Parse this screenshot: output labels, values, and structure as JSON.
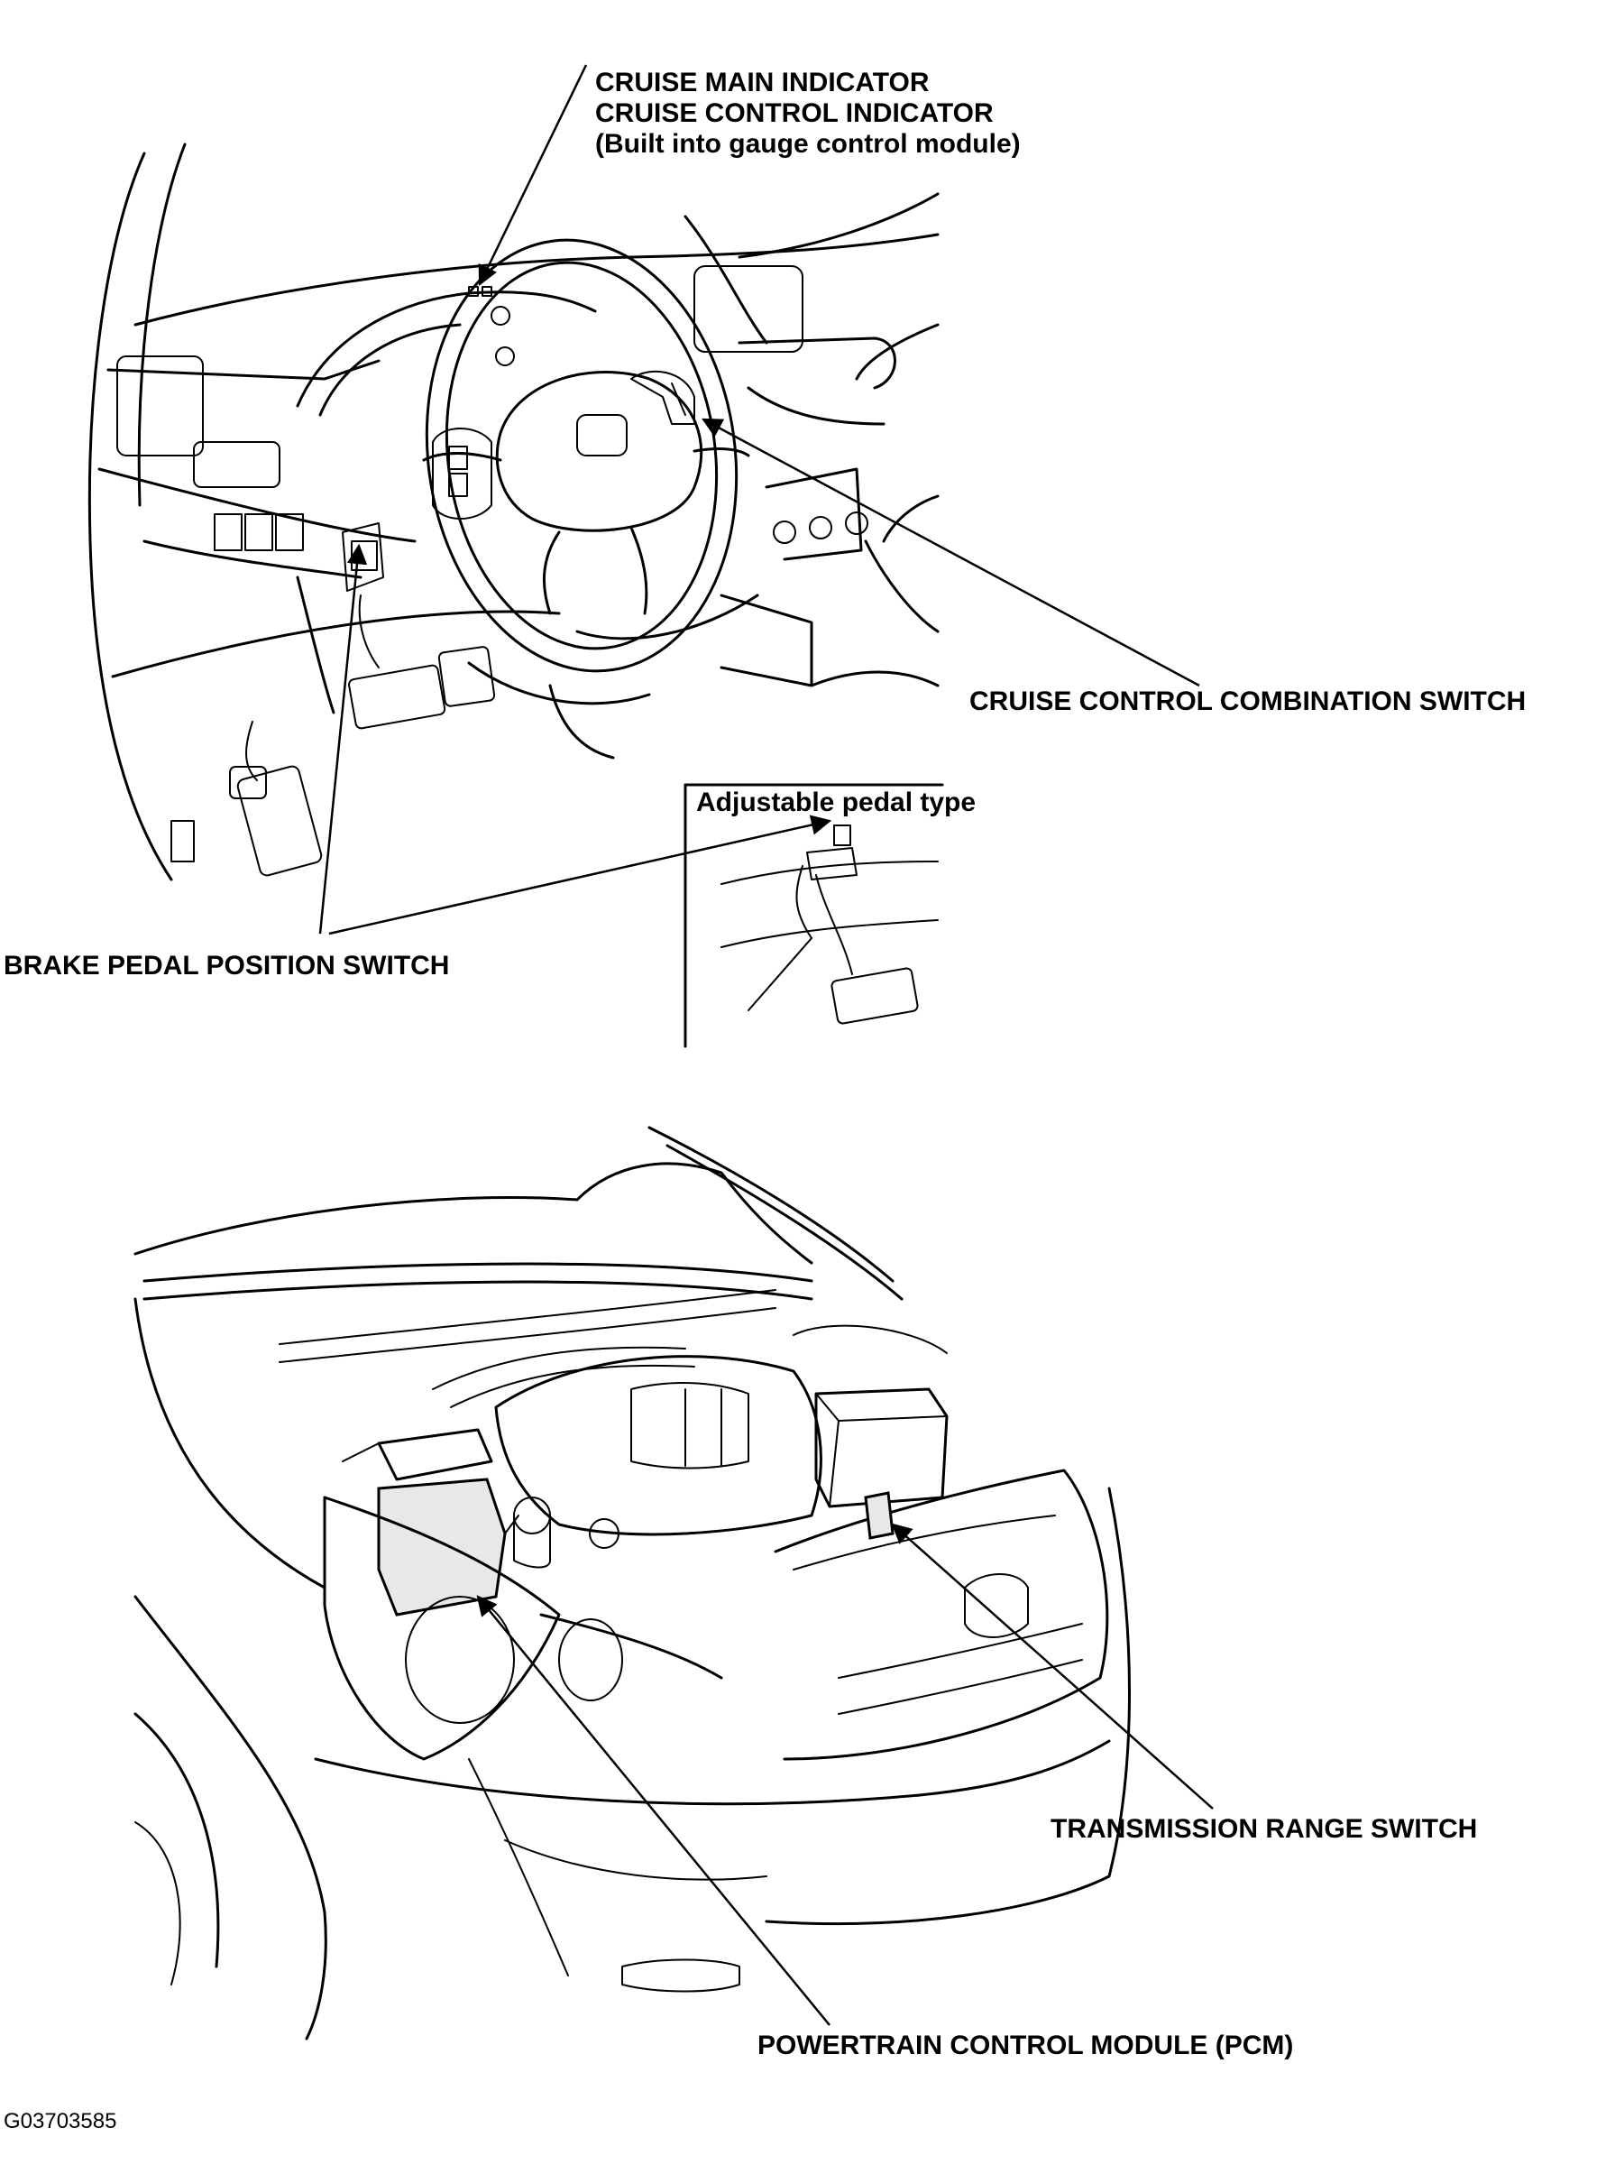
{
  "labels": {
    "cruise_main_indicator": "CRUISE MAIN INDICATOR",
    "cruise_control_indicator": "CRUISE CONTROL INDICATOR",
    "built_into_gauge": "(Built into gauge control module)",
    "cruise_combination_switch": "CRUISE CONTROL COMBINATION SWITCH",
    "adjustable_pedal_type": "Adjustable pedal type",
    "brake_pedal_position_switch": "BRAKE PEDAL POSITION SWITCH",
    "transmission_range_switch": "TRANSMISSION RANGE SWITCH",
    "pcm": "POWERTRAIN CONTROL MODULE (PCM)",
    "figure_id": "G03703585"
  }
}
